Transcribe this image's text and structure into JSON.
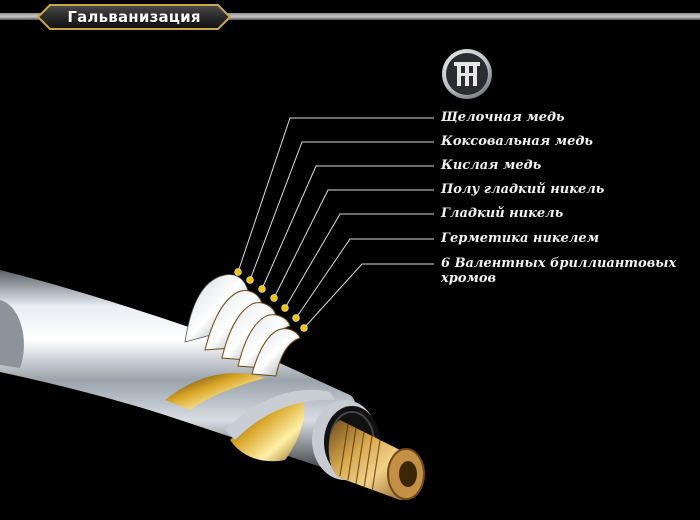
{
  "header": {
    "title": "Гальванизация"
  },
  "logo": {
    "icon": "tap-brand-logo-icon"
  },
  "layers": [
    {
      "label": "Щелочная медь"
    },
    {
      "label": "Коксовальная медь"
    },
    {
      "label": "Кислая медь"
    },
    {
      "label": "Полу гладкий никель"
    },
    {
      "label": "Гладкий никель"
    },
    {
      "label": "Герметика никелем"
    },
    {
      "label_line1": "6 Валентных бриллиантовых",
      "label_line2": "хромов"
    }
  ],
  "colors": {
    "background": "#000000",
    "accent_gold": "#f5c400",
    "text": "#f2f2f2",
    "brass": "#b88a3c"
  }
}
